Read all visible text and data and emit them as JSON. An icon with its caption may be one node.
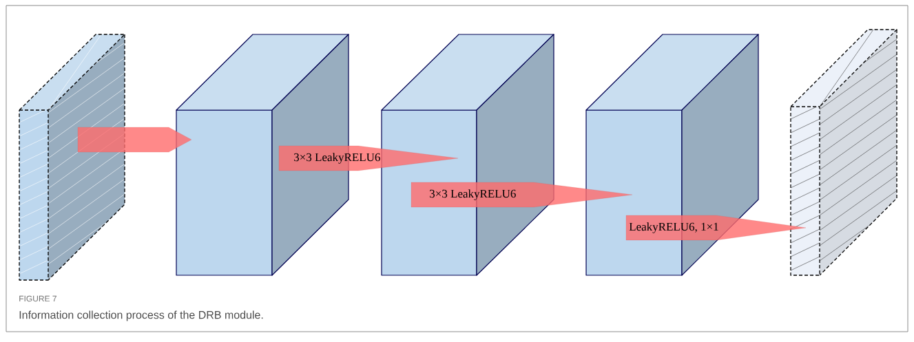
{
  "diagram": {
    "caption": "Information collection process of the DRB module.",
    "nodes": [
      {
        "text": [],
        "shape": "box"
      },
      {
        "text": [],
        "shape": "box"
      },
      {
        "text": [],
        "shape": "box"
      },
      {
        "text": [],
        "shape": "box"
      },
      {
        "text": [],
        "shape": "box"
      }
    ],
    "edges": [
      {
        "from": 0,
        "to": 1,
        "arrow": "to"
      },
      {
        "from": 1,
        "to": 2,
        "arrow": "to",
        "label": "3×3 LeakyRELU6"
      },
      {
        "from": 2,
        "to": 3,
        "arrow": "to",
        "label": "3×3 LeakyRELU6"
      },
      {
        "from": 3,
        "to": 4,
        "arrow": "to",
        "label": "LeakyRELU6, 1×1"
      }
    ],
    "labels": [
      "FIGURE 7"
    ]
  }
}
